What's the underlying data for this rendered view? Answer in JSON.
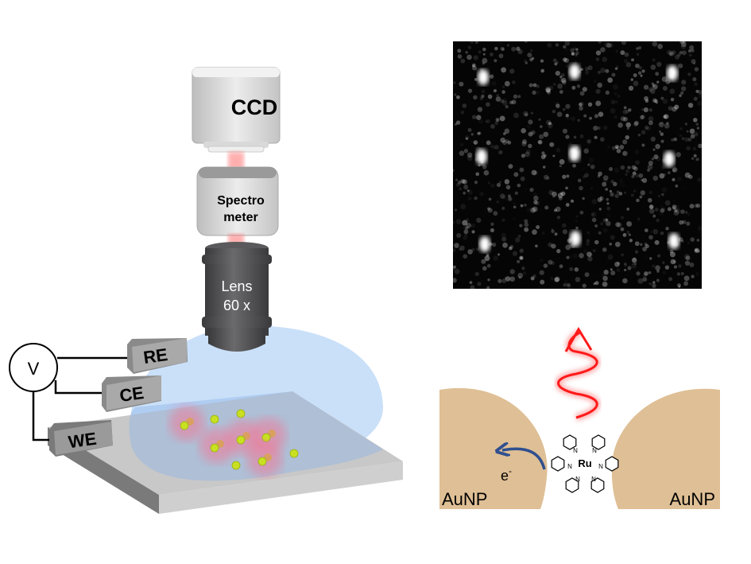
{
  "setup": {
    "camera_label": "CCD",
    "spectrometer_label_line1": "Spectro",
    "spectrometer_label_line2": "meter",
    "lens_label_line1": "Lens",
    "lens_label_line2": "60 x",
    "voltmeter_label": "V",
    "electrodes": {
      "reference": "RE",
      "counter": "CE",
      "working": "WE"
    }
  },
  "mechanism": {
    "left_particle_label": "AuNP",
    "right_particle_label": "AuNP",
    "electron_label": "e",
    "electron_charge": "-",
    "metal_center": "Ru",
    "nitrogen_label": "N"
  },
  "colors": {
    "gold": "#dfbf95",
    "emission_red": "#ff1a1a",
    "electron_arrow": "#2f4f8f",
    "droplet": "#b8d6f7",
    "lens": "#4a4a4c"
  }
}
